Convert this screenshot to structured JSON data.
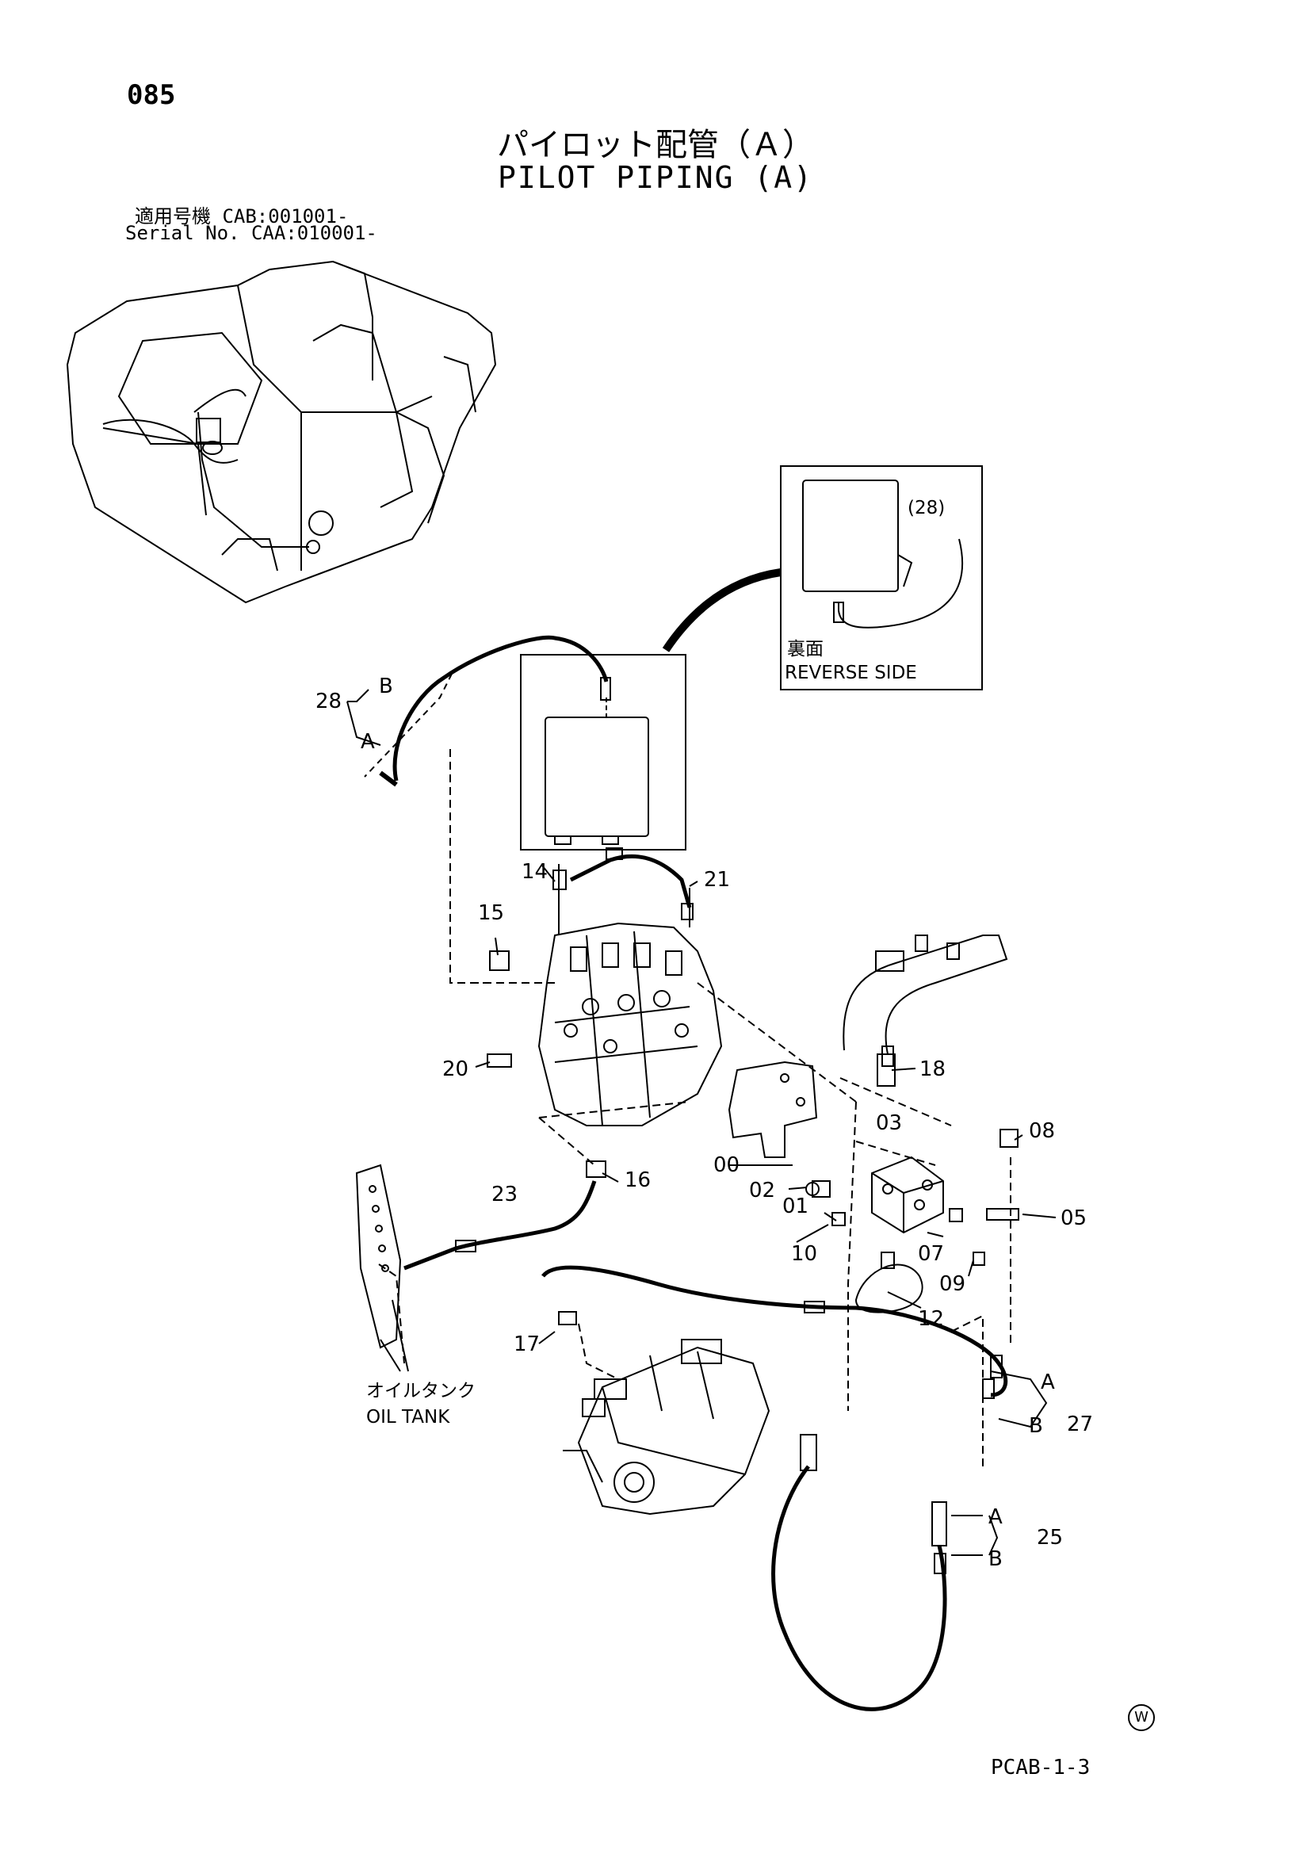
{
  "header": {
    "page_number": "085",
    "title_jp": "パイロット配管（Ａ）",
    "title_en": "PILOT PIPING (A)",
    "serial_jp": "適用号機  CAB:001001-",
    "serial_en": "Serial No. CAA:010001-"
  },
  "reverse_inset": {
    "label_jp": "裏面",
    "label_en": "REVERSE SIDE",
    "callout": "(28)"
  },
  "callouts": [
    "28",
    "B",
    "A",
    "14",
    "21",
    "15",
    "20",
    "18",
    "03",
    "08",
    "00",
    "02",
    "01",
    "05",
    "10",
    "07",
    "09",
    "12",
    "16",
    "23",
    "17",
    "A",
    "B",
    "27",
    "A",
    "25",
    "B"
  ],
  "oil_tank": {
    "label_jp": "オイルタンク",
    "label_en": "OIL TANK"
  },
  "footer": {
    "page_code": "PCAB-1-3",
    "mark": "W"
  }
}
